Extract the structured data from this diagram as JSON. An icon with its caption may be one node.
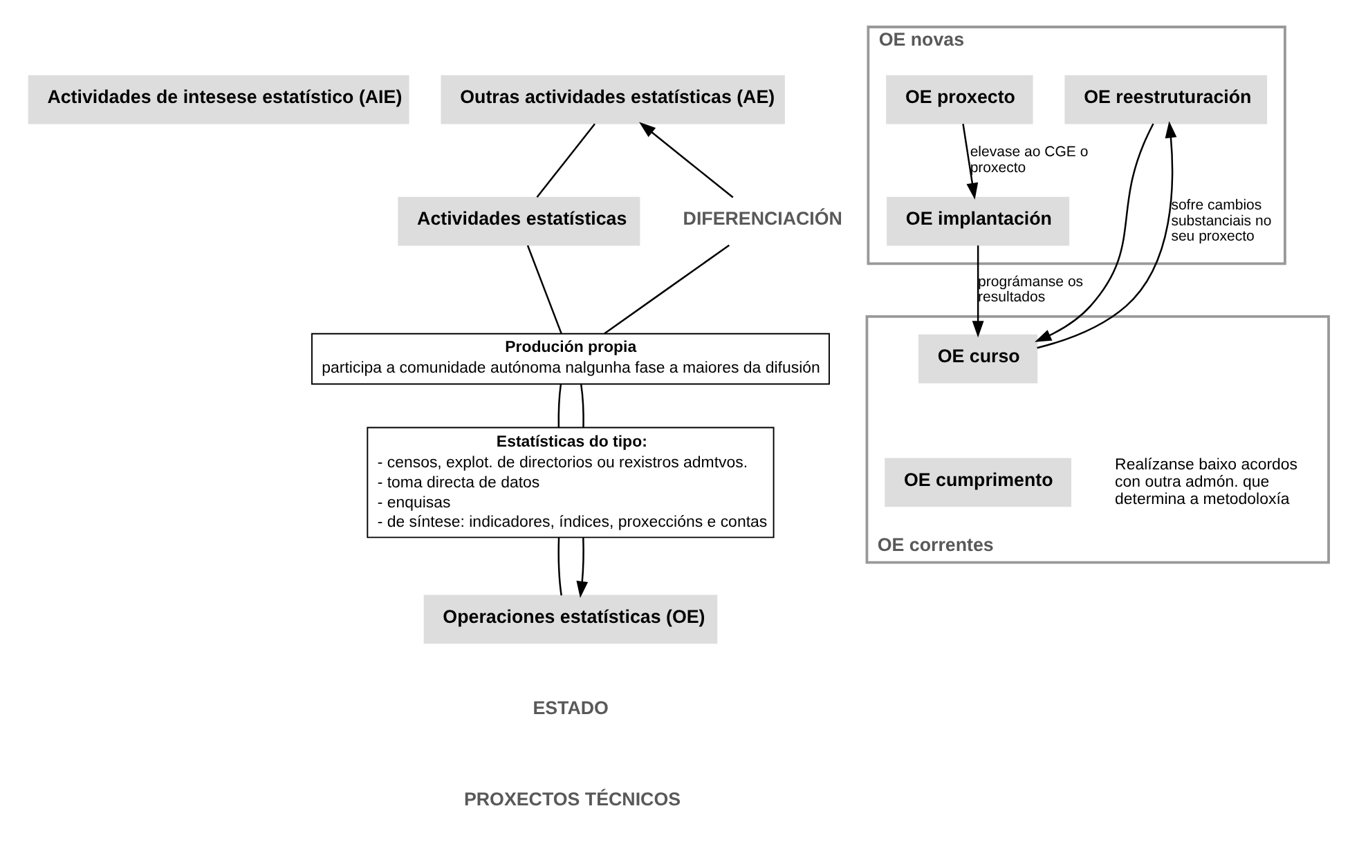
{
  "diagram": {
    "nodes": [
      {
        "text": [
          "Actividades de intesese estatístico (AIE)"
        ]
      },
      {
        "text": [
          "Outras actividades estatísticas (AE)"
        ]
      },
      {
        "text": [
          "Actividades estatísticas"
        ]
      },
      {
        "text": [
          "DIFERENCIACIÓN"
        ]
      },
      {
        "text": [
          "Produción propia",
          "participa a comunidade autónoma nalgunha fase a maiores da difusión"
        ]
      },
      {
        "text": [
          "Estatísticas do tipo:",
          "- censos, explot. de directorios ou rexistros admtvos.",
          "- toma directa de datos",
          "- enquisas",
          "- de síntese: indicadores, índices, proxeccións e contas"
        ]
      },
      {
        "text": [
          "Operaciones estatísticas (OE)"
        ]
      },
      {
        "text": [
          "OE novas"
        ]
      },
      {
        "text": [
          "OE proxecto"
        ],
        "in": 7
      },
      {
        "text": [
          "OE implantación"
        ],
        "in": 7
      },
      {
        "text": [
          "OE reestruturación"
        ],
        "in": 7
      },
      {
        "text": [
          "OE correntes"
        ]
      },
      {
        "text": [
          "OE curso"
        ],
        "in": 11
      },
      {
        "text": [
          "OE cumprimento"
        ],
        "in": 11,
        "beside": [
          "Realízanse baixo acordos con outra admón. que determina a metodoloxía"
        ]
      }
    ],
    "edges": [
      {
        "from": 2,
        "to": 1,
        "arrow": "none"
      },
      {
        "from": 2,
        "to": 4,
        "arrow": "none"
      },
      {
        "from": 4,
        "to": 3,
        "arrow": "none"
      },
      {
        "from": 3,
        "to": 1,
        "arrow": "to"
      },
      {
        "from": 4,
        "to": 5,
        "arrow": "none"
      },
      {
        "from": 4,
        "to": 5,
        "arrow": "none"
      },
      {
        "from": 5,
        "to": 6,
        "arrow": "none"
      },
      {
        "from": 5,
        "to": 6,
        "arrow": "to"
      },
      {
        "from": 8,
        "to": 9,
        "arrow": "to",
        "label": "elevase ao CGE o proxecto"
      },
      {
        "from": 9,
        "to": 12,
        "arrow": "to",
        "label": "prográmanse os resultados"
      },
      {
        "from": 10,
        "to": 12,
        "arrow": "to"
      },
      {
        "from": 12,
        "to": 10,
        "arrow": "to",
        "label": "sofre cambios substanciais no seu proxecto"
      }
    ],
    "labels": [
      "ESTADO",
      "PROXECTOS TÉCNICOS"
    ]
  }
}
